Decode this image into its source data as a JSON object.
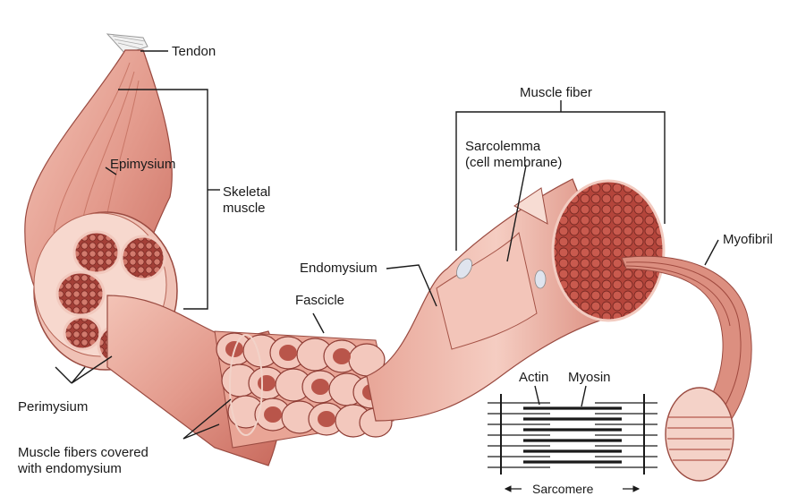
{
  "labels": {
    "tendon": "Tendon",
    "epimysium": "Epimysium",
    "skeletal_muscle": "Skeletal\nmuscle",
    "perimysium": "Perimysium",
    "muscle_fibers": "Muscle fibers covered\nwith endomysium",
    "fascicle": "Fascicle",
    "endomysium": "Endomysium",
    "muscle_fiber": "Muscle fiber",
    "sarcolemma": "Sarcolemma\n(cell membrane)",
    "myofibril": "Myofibril",
    "actin": "Actin",
    "myosin": "Myosin",
    "sarcomere": "Sarcomere"
  },
  "colors": {
    "muscle": "#e7a296",
    "muscle_dark": "#b9584c",
    "muscle_light": "#f6d2c8",
    "fiber_end": "#b84a40",
    "line": "#1a1a1a"
  }
}
